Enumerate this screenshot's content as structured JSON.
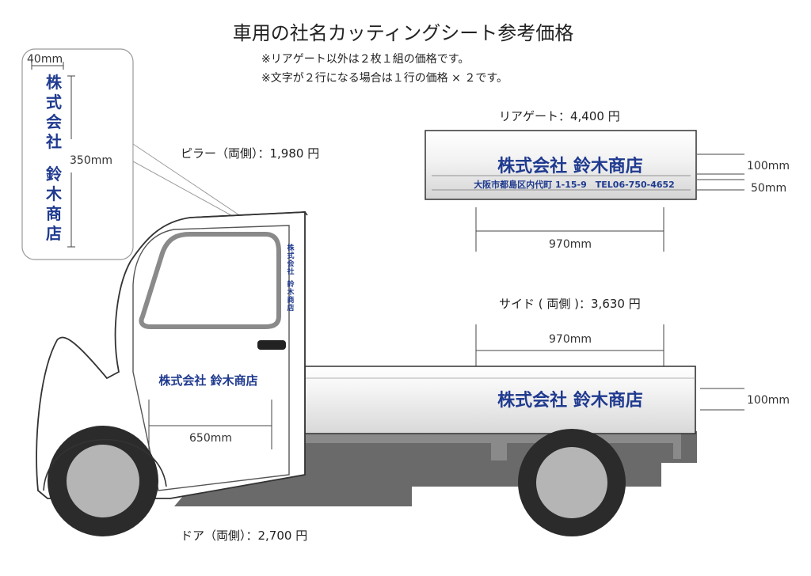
{
  "title": "車用の社名カッティングシート参考価格",
  "notes": [
    "※リアゲート以外は２枚１組の価格です。",
    "※文字が２行になる場合は１行の価格 × ２です。"
  ],
  "company": {
    "name": "株式会社 鈴木商店",
    "name_part1": "株式会社",
    "name_part2": "鈴木商店",
    "address_line": "大阪市都島区内代町 1-15-9　TEL06-750-4652"
  },
  "vertical_chars": {
    "part1": [
      "株",
      "式",
      "会",
      "社"
    ],
    "part2": [
      "鈴",
      "木",
      "商",
      "店"
    ]
  },
  "pillar": {
    "label": "ピラー（両側）：1,980 円",
    "width": "40mm",
    "height": "350mm"
  },
  "rear_gate": {
    "label": "リアゲート：4,400 円",
    "dim_name_height": "100mm",
    "dim_address_height": "50mm",
    "dim_width": "970mm"
  },
  "side": {
    "label": "サイド ( 両側 )：3,630 円",
    "dim_width": "970mm",
    "dim_height": "100mm"
  },
  "door": {
    "label": "ドア（両側）：2,700 円",
    "dim_width": "650mm"
  },
  "colors": {
    "brand": "#1f3a8f",
    "truck_outline": "#333333",
    "shadow": "#666666",
    "window_frame": "#888888",
    "tire": "#2b2b2b",
    "wheel": "#b5b5b5"
  }
}
